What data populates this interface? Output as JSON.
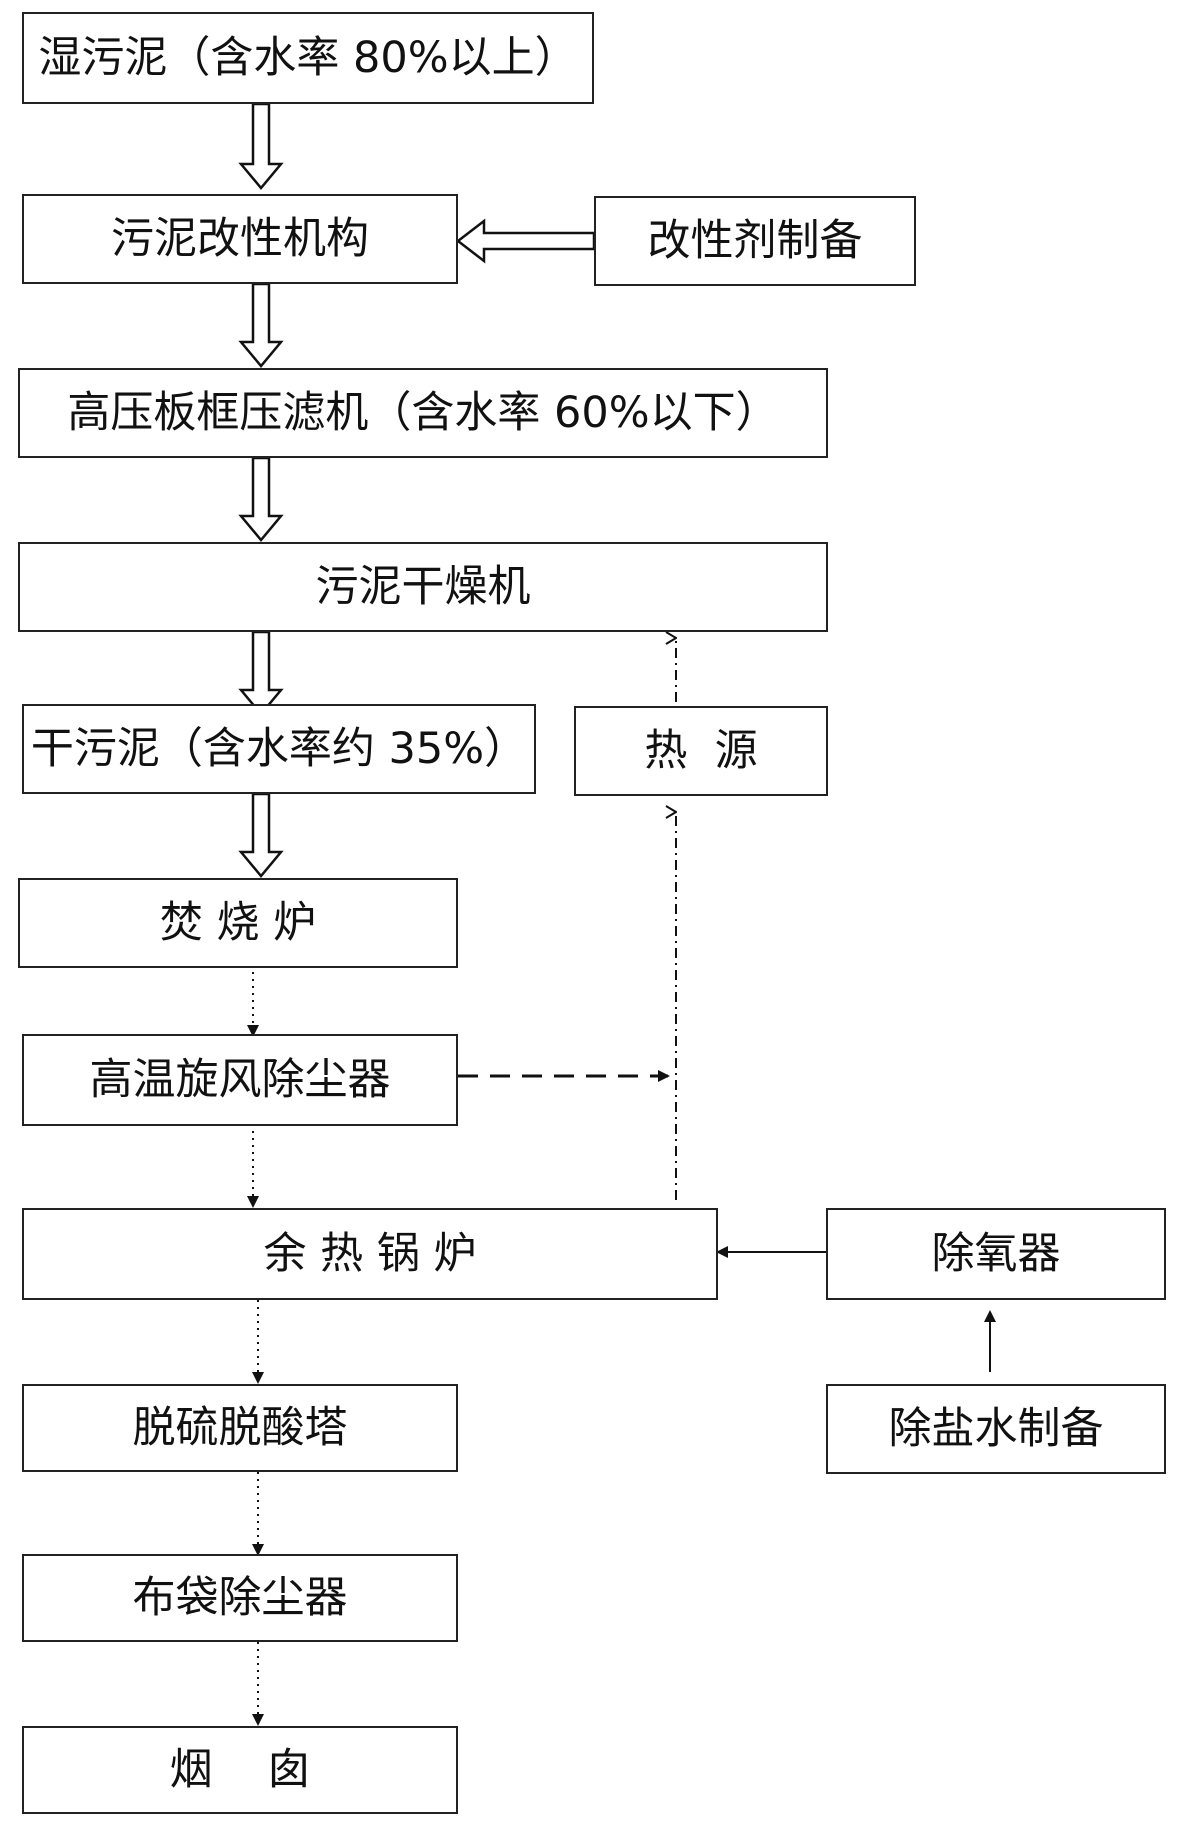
{
  "nodes": {
    "wet_sludge": "湿污泥（含水率 80%以上）",
    "sludge_modifier": "污泥改性机构",
    "modifier_prep": "改性剂制备",
    "filter_press": "高压板框压滤机（含水率 60%以下）",
    "sludge_dryer": "污泥干燥机",
    "dry_sludge": "干污泥（含水率约 35%）",
    "heat_source": "热  源",
    "incinerator": "焚 烧 炉",
    "cyclone": "高温旋风除尘器",
    "waste_heat_boiler": "余 热 锅 炉",
    "deaerator": "除氧器",
    "desulfurization_tower": "脱硫脱酸塔",
    "desalted_water_prep": "除盐水制备",
    "bag_filter": "布袋除尘器",
    "chimney": "烟    囱"
  }
}
